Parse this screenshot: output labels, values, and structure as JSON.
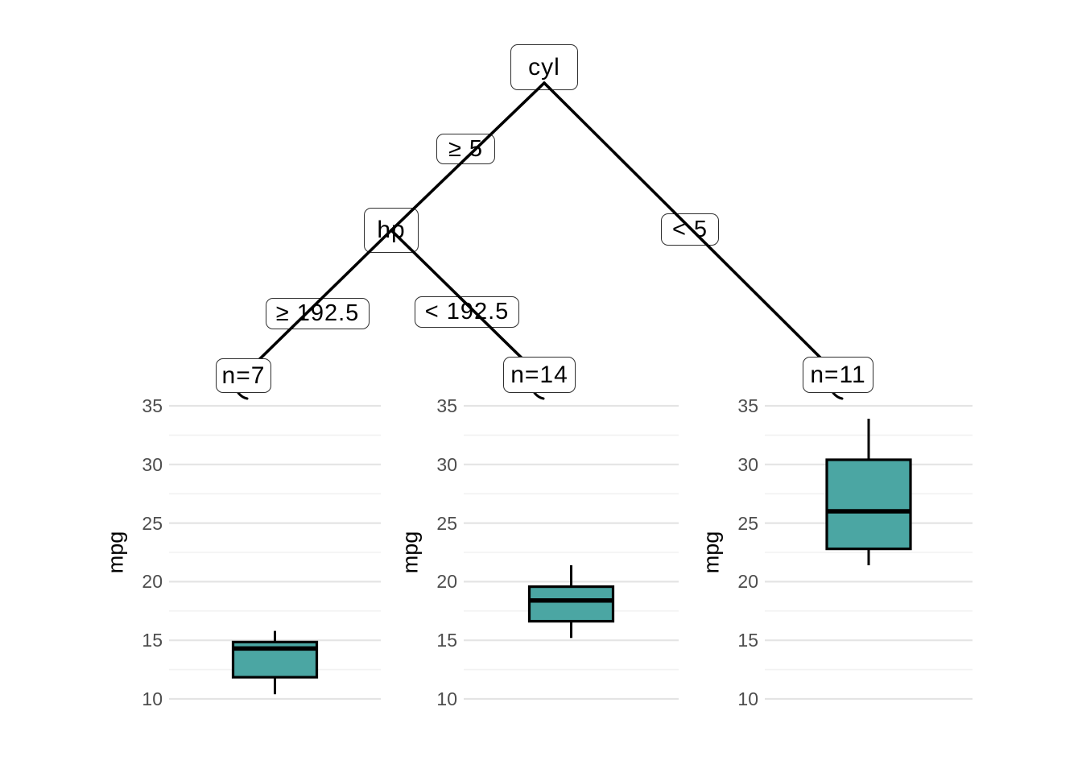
{
  "figure": {
    "description": "Decision tree with terminal boxplots",
    "background": "#FFFFFF"
  },
  "tree": {
    "nodes": [
      {
        "id": "root",
        "label": "cyl",
        "type": "split"
      },
      {
        "id": "inner",
        "label": "hp",
        "type": "split"
      },
      {
        "id": "leaf1",
        "label": "n=7",
        "type": "leaf"
      },
      {
        "id": "leaf2",
        "label": "n=14",
        "type": "leaf"
      },
      {
        "id": "leaf3",
        "label": "n=11",
        "type": "leaf"
      }
    ],
    "edges": [
      {
        "from": "root",
        "to": "inner",
        "label": "≥ 5"
      },
      {
        "from": "root",
        "to": "leaf3",
        "label": "< 5"
      },
      {
        "from": "inner",
        "to": "leaf1",
        "label": "≥ 192.5"
      },
      {
        "from": "inner",
        "to": "leaf2",
        "label": "< 192.5"
      }
    ]
  },
  "chart_data": [
    {
      "type": "boxplot",
      "node_label": "n=7",
      "n": 7,
      "ylabel": "mpg",
      "ylim": [
        8.8,
        36.2
      ],
      "yticks": [
        10,
        15,
        20,
        25,
        30,
        35
      ],
      "yticks_minor": [
        12.5,
        17.5,
        22.5,
        27.5,
        32.5
      ],
      "grid": "horizontal-only",
      "stats": {
        "lower_whisker": 10.4,
        "q1": 11.85,
        "median": 14.3,
        "q3": 14.85,
        "upper_whisker": 15.8
      }
    },
    {
      "type": "boxplot",
      "node_label": "n=14",
      "n": 14,
      "ylabel": "mpg",
      "ylim": [
        8.8,
        36.2
      ],
      "yticks": [
        10,
        15,
        20,
        25,
        30,
        35
      ],
      "yticks_minor": [
        12.5,
        17.5,
        22.5,
        27.5,
        32.5
      ],
      "grid": "horizontal-only",
      "stats": {
        "lower_whisker": 15.2,
        "q1": 16.625,
        "median": 18.4,
        "q3": 19.575,
        "upper_whisker": 21.4
      }
    },
    {
      "type": "boxplot",
      "node_label": "n=11",
      "n": 11,
      "ylabel": "mpg",
      "ylim": [
        8.8,
        36.2
      ],
      "yticks": [
        10,
        15,
        20,
        25,
        30,
        35
      ],
      "yticks_minor": [
        12.5,
        17.5,
        22.5,
        27.5,
        32.5
      ],
      "grid": "horizontal-only",
      "stats": {
        "lower_whisker": 21.4,
        "q1": 22.8,
        "median": 26.0,
        "q3": 30.4,
        "upper_whisker": 33.9
      }
    }
  ],
  "style": {
    "box_fill": "#4BA6A3",
    "box_stroke": "#000000",
    "median_stroke": "#000000",
    "edge_color": "#000000",
    "node_border": "#2E2E2E",
    "node_text": "#000000",
    "grid_major": "#E4E4E4",
    "grid_minor": "#F2F2F2",
    "tick_label_color": "#4D4D4D",
    "axis_title_color": "#000000"
  }
}
